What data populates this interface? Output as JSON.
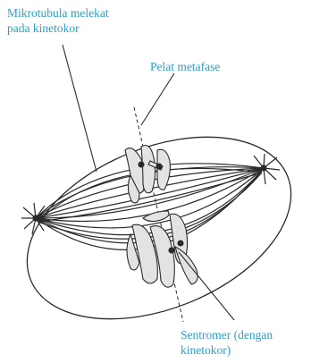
{
  "labels": {
    "microtubule_line1": "Mikrotubula melekat",
    "microtubule_line2": "pada kinetokor",
    "metaphase_plate": "Pelat metafase",
    "centromere_line1": "Sentromer (dengan",
    "centromere_line2": "kinetokor)"
  },
  "colors": {
    "label_text": "#2aa0c8",
    "ink": "#2a2a2a",
    "chromosome_fill": "#e3e3e3"
  }
}
